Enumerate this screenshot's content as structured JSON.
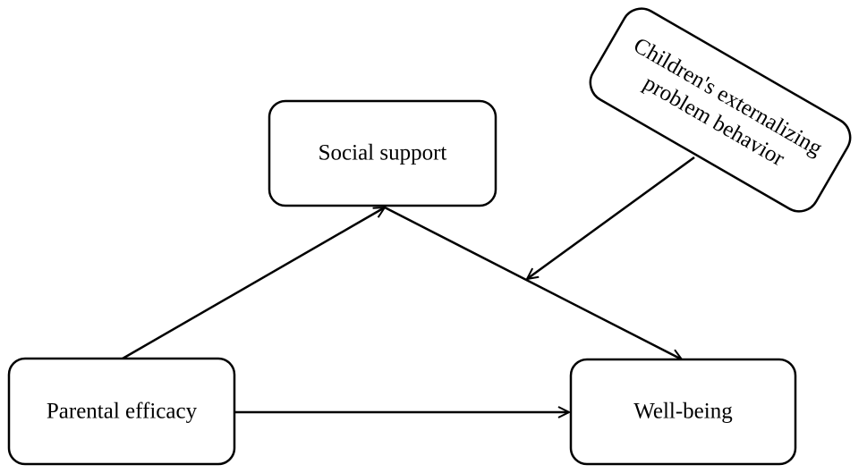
{
  "nodes": {
    "social_support": "Social support",
    "moderator_line1": "Children's externalizing",
    "moderator_line2": "problem behavior",
    "parental_efficacy": "Parental efficacy",
    "well_being": "Well-being"
  },
  "colors": {
    "stroke": "#000000",
    "background": "#ffffff"
  }
}
